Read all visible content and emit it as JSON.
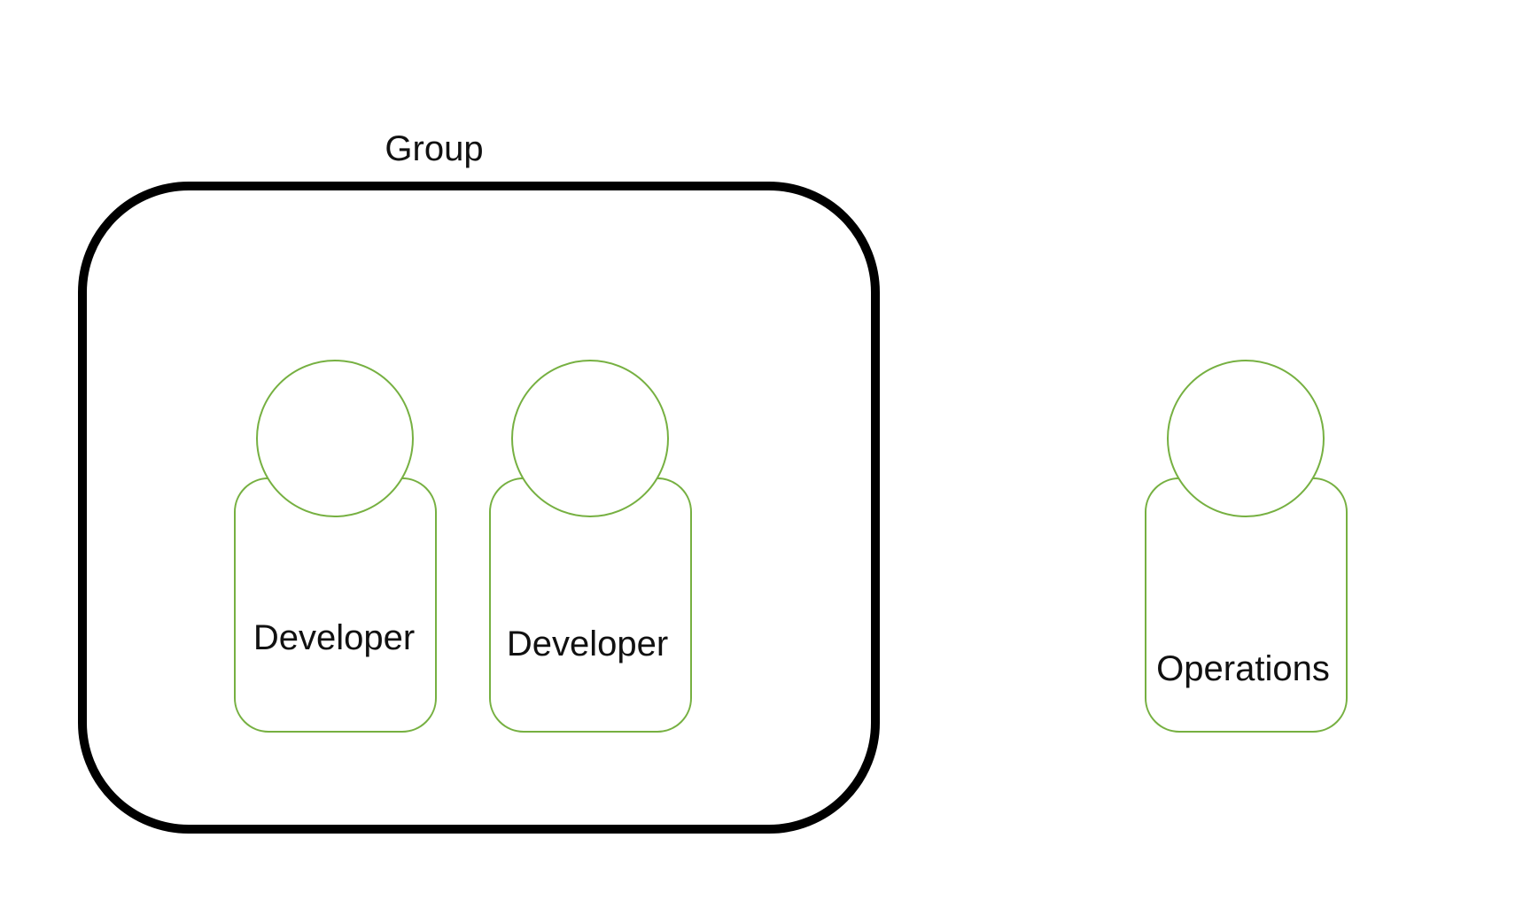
{
  "diagram": {
    "group": {
      "label": "Group"
    },
    "people": [
      {
        "label": "Developer",
        "in_group": true
      },
      {
        "label": "Developer",
        "in_group": true
      },
      {
        "label": "Operations",
        "in_group": false
      }
    ]
  },
  "colors": {
    "person_outline": "#76b041",
    "group_outline": "#000000",
    "text": "#111111",
    "background": "#ffffff"
  }
}
